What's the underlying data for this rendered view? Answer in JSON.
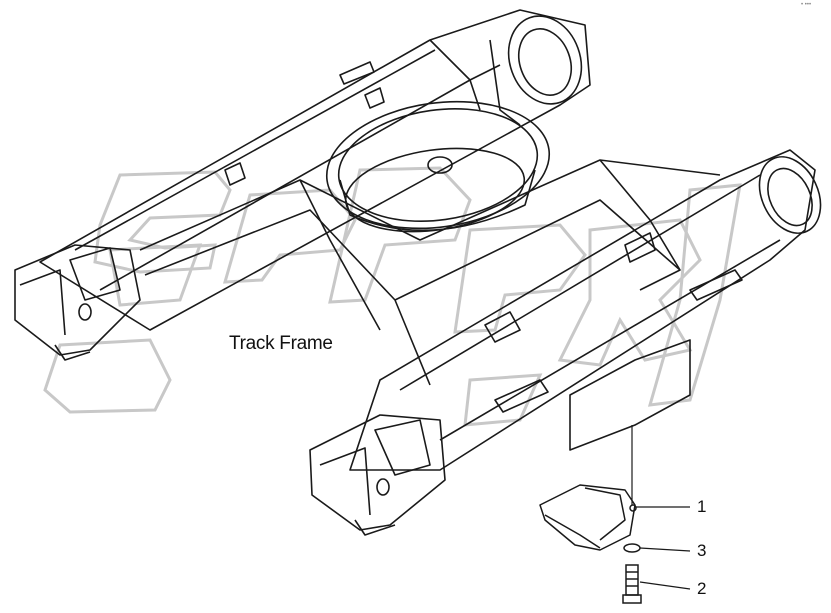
{
  "diagram": {
    "title": "Track Frame",
    "callouts": [
      {
        "number": "1",
        "part": "track-guide"
      },
      {
        "number": "3",
        "part": "washer"
      },
      {
        "number": "2",
        "part": "bolt"
      }
    ],
    "watermark_color": "#cfcfcf",
    "line_color": "#1a1a1a"
  },
  "corner_mark": "• •••"
}
